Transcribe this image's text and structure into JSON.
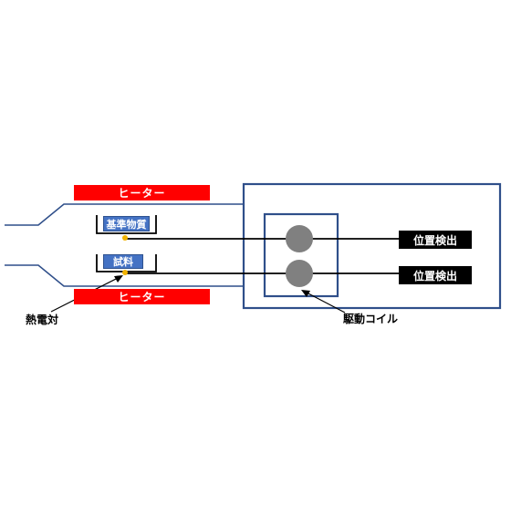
{
  "colors": {
    "heater": "#ff0000",
    "frame": "#2f4f8a",
    "sample_box": "#4472c4",
    "thermocouple": "#f2b300",
    "coil": "#808080",
    "detector": "#000000"
  },
  "labels": {
    "heater_top": "ヒーター",
    "heater_bottom": "ヒーター",
    "reference": "基準物質",
    "sample": "試料",
    "thermocouple": "熱電対",
    "drive_coil": "駆動コイル",
    "detector_top": "位置検出",
    "detector_bottom": "位置検出"
  }
}
